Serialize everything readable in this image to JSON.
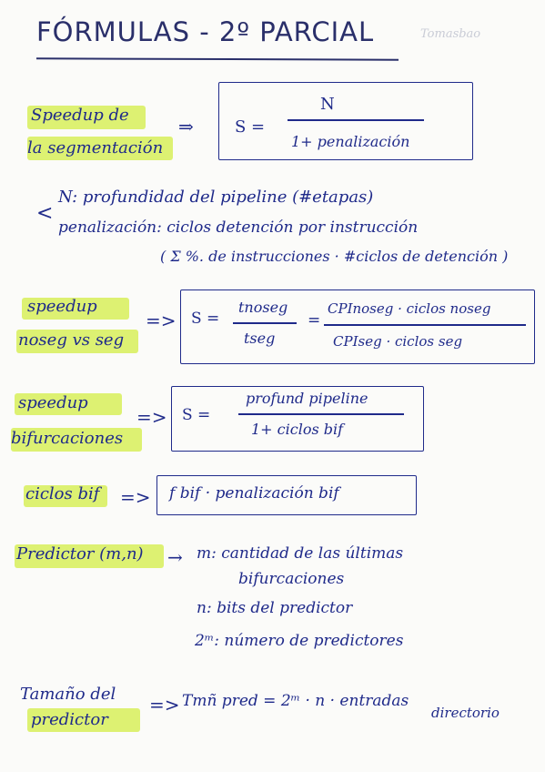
{
  "title": "FÓRMULAS - 2º PARCIAL",
  "faint_text": [
    "Tomasbao"
  ],
  "sections": {
    "seg": {
      "label_1": "Speedup de",
      "label_2": "la segmentación",
      "arrow": "⇒",
      "s": "S =",
      "num": "N",
      "den": "1+ penalización"
    },
    "notes": {
      "n_def": "N: profundidad del pipeline (#etapas)",
      "pen_def": "penalización: ciclos detención por instrucción",
      "pen_formula": "( Σ %. de instrucciones · #ciclos de detención )"
    },
    "noseg": {
      "label_1": "speedup",
      "label_2": "noseg vs seg",
      "arrow": "=>",
      "s": "S =",
      "num1": "tnoseg",
      "den1": "tseg",
      "eq": "=",
      "num2": "CPInoseg · ciclos noseg",
      "den2": "CPIseg · ciclos seg"
    },
    "bif": {
      "label_1": "speedup",
      "label_2": "bifurcaciones",
      "arrow": "=>",
      "s": "S =",
      "num": "profund pipeline",
      "den": "1+ ciclos bif"
    },
    "ciclos": {
      "label": "ciclos bif",
      "arrow": "=>",
      "formula": "f bif · penalización bif"
    },
    "predictor": {
      "label": "Predictor (m,n)",
      "arrow": "→",
      "m_def_1": "m: cantidad de las últimas",
      "m_def_2": "bifurcaciones",
      "n_def": "n: bits del predictor",
      "two_m_def": "2ᵐ: número de predictores"
    },
    "tamano": {
      "label_1": "Tamaño del",
      "label_2": "predictor",
      "arrow": "=>",
      "formula": "Tmñ pred = 2ᵐ · n · entradas",
      "sub": "directorio"
    }
  },
  "colors": {
    "ink": "#1f2a8a",
    "highlight": "#d7ef5a"
  }
}
